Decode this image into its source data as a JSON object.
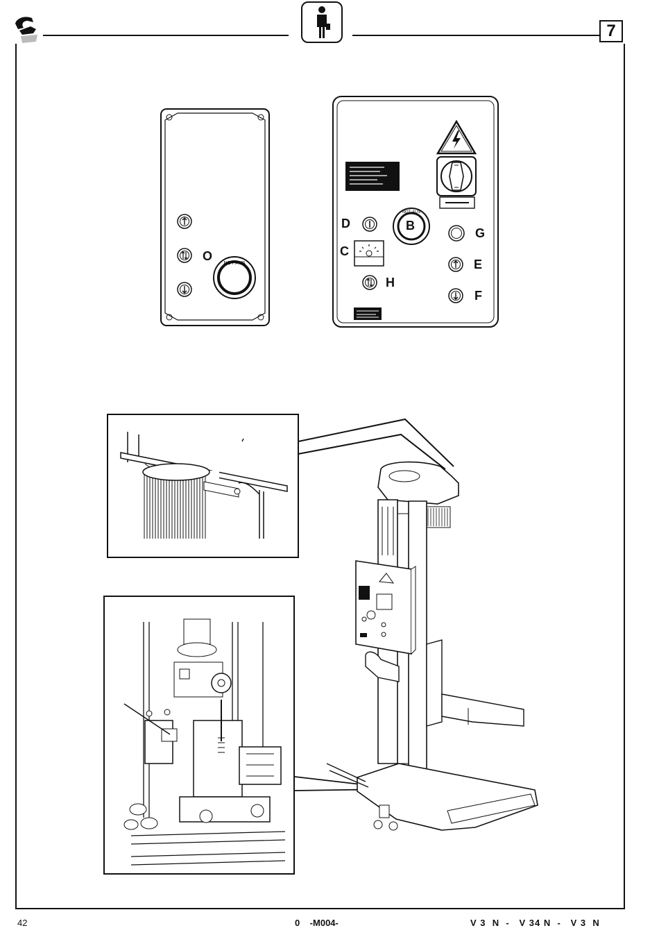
{
  "header": {
    "page_number_badge": "7",
    "logo_icon": "brand-logo-icon",
    "operator_icon": "operator-person-icon"
  },
  "left_panel": {
    "buttons": [
      {
        "name": "up-button",
        "icon": "arrow-up-icon"
      },
      {
        "name": "up-down-button",
        "icon": "arrow-up-down-icon"
      },
      {
        "name": "down-button",
        "icon": "arrow-down-icon"
      }
    ],
    "label_o": "O",
    "emergency_ring_text": "NOT-AUS"
  },
  "right_panel": {
    "labels": {
      "b": "B",
      "c": "C",
      "d": "D",
      "e": "E",
      "f": "F",
      "g": "G",
      "h": "H"
    },
    "emergency_ring_text": "NOT-AUS",
    "warning_icon": "high-voltage-warning-icon",
    "main_switch_icon": "main-switch-icon"
  },
  "footer": {
    "page": "42",
    "code": "0    -M004-",
    "models": "V 3  N  -   V 34 N  -   V 3  N"
  }
}
